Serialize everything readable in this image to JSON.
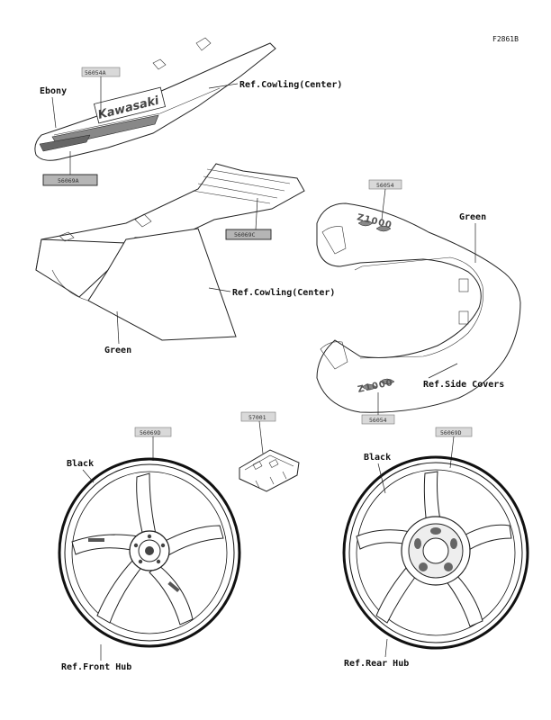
{
  "figure_code": "F2861B",
  "part_numbers": {
    "tail_stripe": "56054A",
    "tail_lower": "56069A",
    "center_cowl": "56069C",
    "side_upper": "56054",
    "side_lower": "56054",
    "front_rim": "56069D",
    "bracket": "57001",
    "rear_rim": "56069D"
  },
  "labels": {
    "ebony": "Ebony",
    "ref_cowling_top": "Ref.Cowling(Center)",
    "ref_cowling_mid": "Ref.Cowling(Center)",
    "green_left": "Green",
    "green_right": "Green",
    "ref_side_covers": "Ref.Side Covers",
    "black_front": "Black",
    "black_rear": "Black",
    "ref_front_hub": "Ref.Front Hub",
    "ref_rear_hub": "Ref.Rear Hub"
  },
  "decals": {
    "brand": "Kawasaki",
    "model_upper": "Z1000",
    "model_lower": "Z1000"
  }
}
